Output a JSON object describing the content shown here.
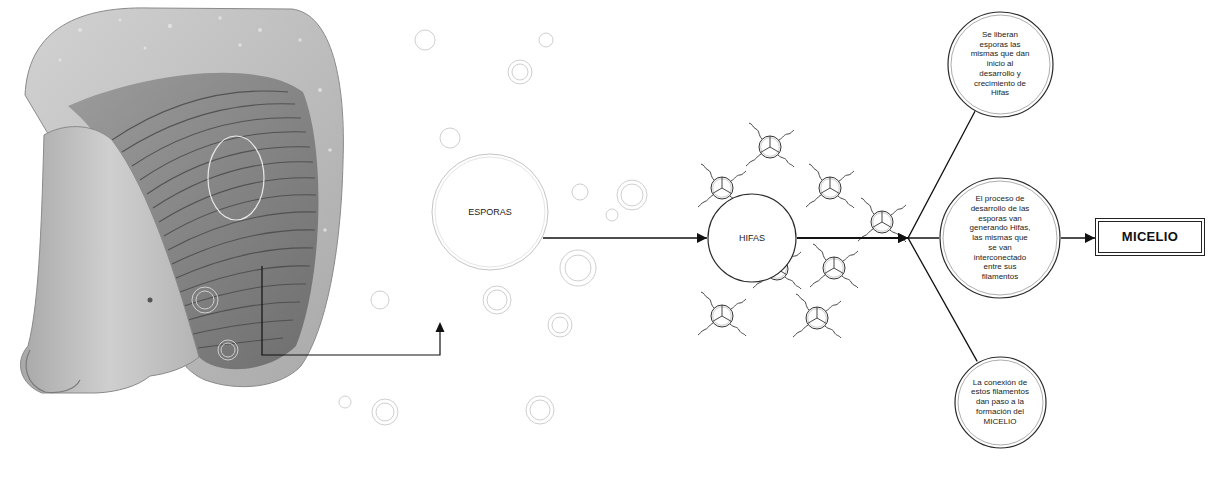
{
  "diagram": {
    "nodes": [
      {
        "text": [
          "ESPORAS"
        ]
      },
      {
        "text": [
          "HIFAS"
        ]
      },
      {
        "text": [
          "Se liberan esporas las mismas que dan inicio al desarrollo y crecimiento de Hifas"
        ]
      },
      {
        "text": [
          "El proceso de desarrollo de las esporas van generando Hifas, las mismas que se van interconectado entre sus filamentos"
        ]
      },
      {
        "text": [
          "La conexión de estos filamentos dan paso a la formación del MICELIO"
        ]
      },
      {
        "text": [
          "MICELIO"
        ]
      }
    ],
    "edges": [
      {
        "from": 0,
        "to": 1,
        "arrow": "to"
      },
      {
        "from": 1,
        "to": 2,
        "arrow": "to"
      },
      {
        "from": 1,
        "to": 3,
        "arrow": "to"
      },
      {
        "from": 1,
        "to": 4,
        "arrow": "to"
      },
      {
        "from": 3,
        "to": 5,
        "arrow": "to"
      }
    ]
  }
}
